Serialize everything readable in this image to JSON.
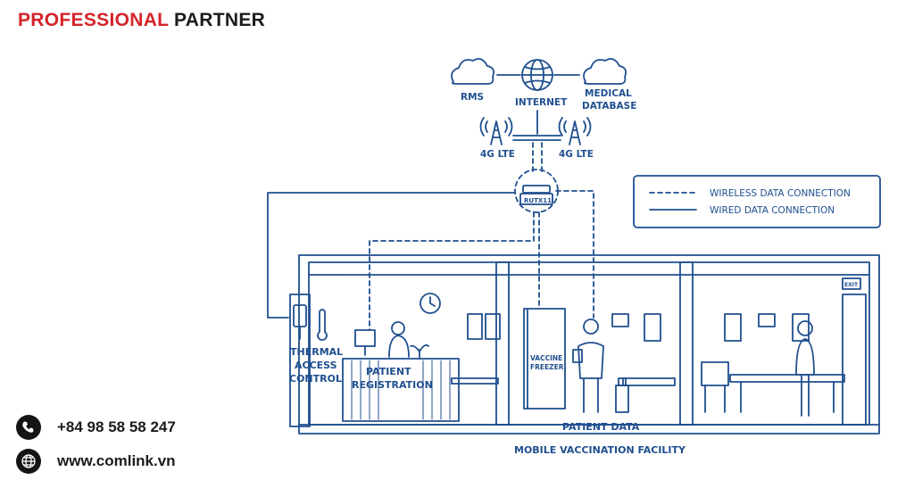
{
  "brand": {
    "word1": "PROFESSIONAL",
    "word2": "PARTNER",
    "color_accent": "#d3242a"
  },
  "contacts": {
    "phone": "+84 98 58 58 247",
    "website": "www.comlink.vn",
    "phone_icon": "phone-icon",
    "web_icon": "globe-icon"
  },
  "diagram": {
    "line_color": "#1f4f8f",
    "nodes": {
      "rms": "RMS",
      "internet": "INTERNET",
      "medical_db_line1": "MEDICAL",
      "medical_db_line2": "DATABASE",
      "lte_left": "4G LTE",
      "lte_right": "4G LTE",
      "router": "RUTX11"
    },
    "legend": {
      "wireless": "WIRELESS DATA CONNECTION",
      "wired": "WIRED DATA CONNECTION"
    },
    "areas": {
      "thermal_line1": "THERMAL",
      "thermal_line2": "ACCESS",
      "thermal_line3": "CONTROL",
      "registration_line1": "PATIENT",
      "registration_line2": "REGISTRATION",
      "freezer_line1": "VACCINE",
      "freezer_line2": "FREEZER",
      "patient_data": "PATIENT DATA",
      "facility": "MOBILE VACCINATION FACILITY",
      "exit_sign": "EXIT"
    }
  }
}
